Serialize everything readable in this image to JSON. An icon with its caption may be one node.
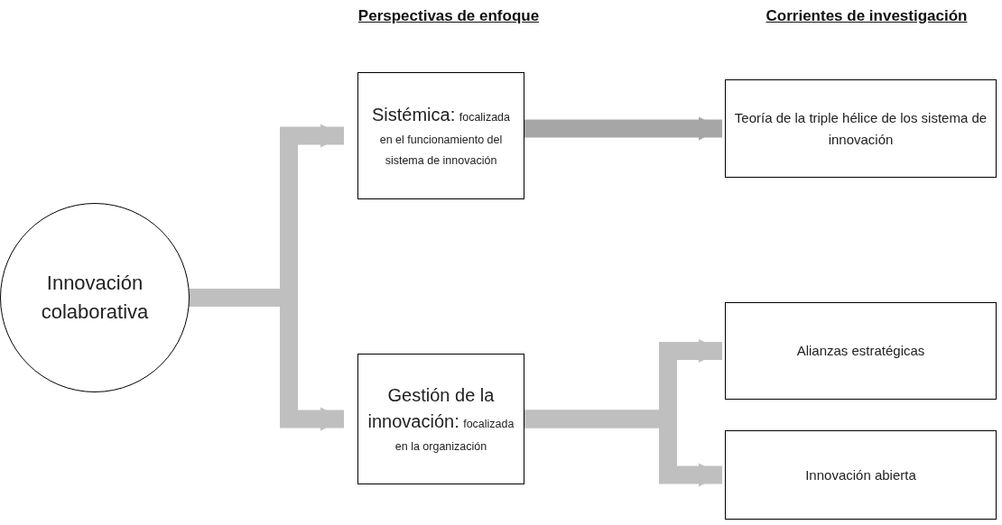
{
  "diagram": {
    "nodes": [
      {
        "text": [
          "Innovación colaborativa"
        ]
      },
      {
        "text": [
          "Sistémica:",
          "focalizada en el funcionamiento del sistema de innovación"
        ]
      },
      {
        "text": [
          "Gestión de la innovación:",
          "focalizada en la organización"
        ]
      },
      {
        "text": [
          "Teoría de la triple hélice de los sistema de innovación"
        ]
      },
      {
        "text": [
          "Alianzas estratégicas"
        ]
      },
      {
        "text": [
          "Innovación abierta"
        ]
      }
    ],
    "edges": [
      {
        "from": 0,
        "to": 1,
        "arrow": "to"
      },
      {
        "from": 0,
        "to": 2,
        "arrow": "to"
      },
      {
        "from": 1,
        "to": 3,
        "arrow": "to",
        "color": "#a6a6a6"
      },
      {
        "from": 2,
        "to": 4,
        "arrow": "to"
      },
      {
        "from": 2,
        "to": 5,
        "arrow": "to"
      }
    ],
    "labels": [
      "Perspectivas de enfoque",
      "Corrientes de investigación"
    ]
  }
}
